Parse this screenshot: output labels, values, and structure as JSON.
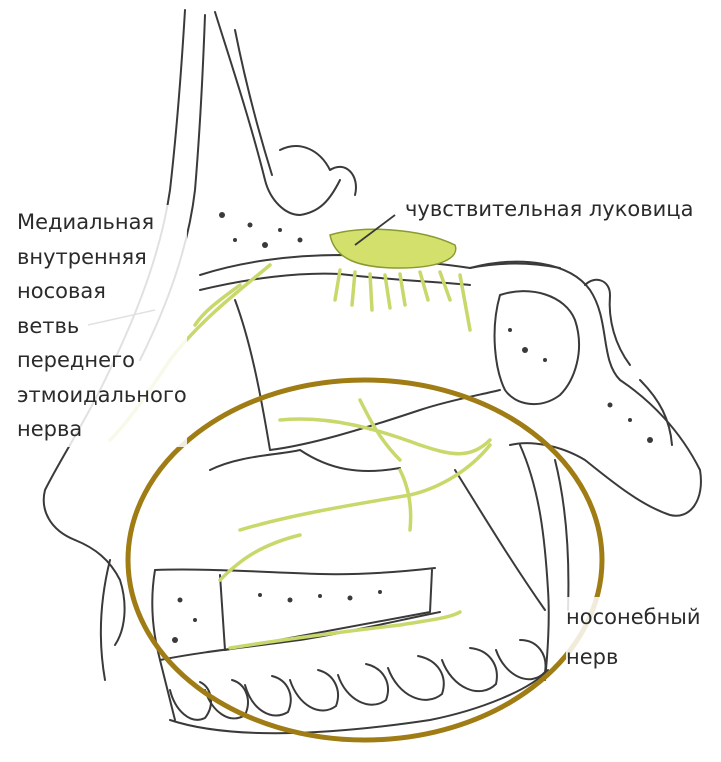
{
  "labels": {
    "sensory_bulb": "чувствительная луковица",
    "ethmoidal": [
      "Медиальная",
      "внутренняя",
      "носовая",
      "ветвь",
      "переднего",
      "этмоидального",
      "нерва"
    ],
    "nasopalatine": [
      "носонебный",
      "нерв"
    ]
  },
  "colors": {
    "outline": "#3a3a3a",
    "nerve": "#c9d86a",
    "bulb": "#d3e06c",
    "highlight_ellipse": "#a07c14"
  },
  "icons": {
    "anatomy": "nasal-cavity-anatomy-illustration"
  }
}
